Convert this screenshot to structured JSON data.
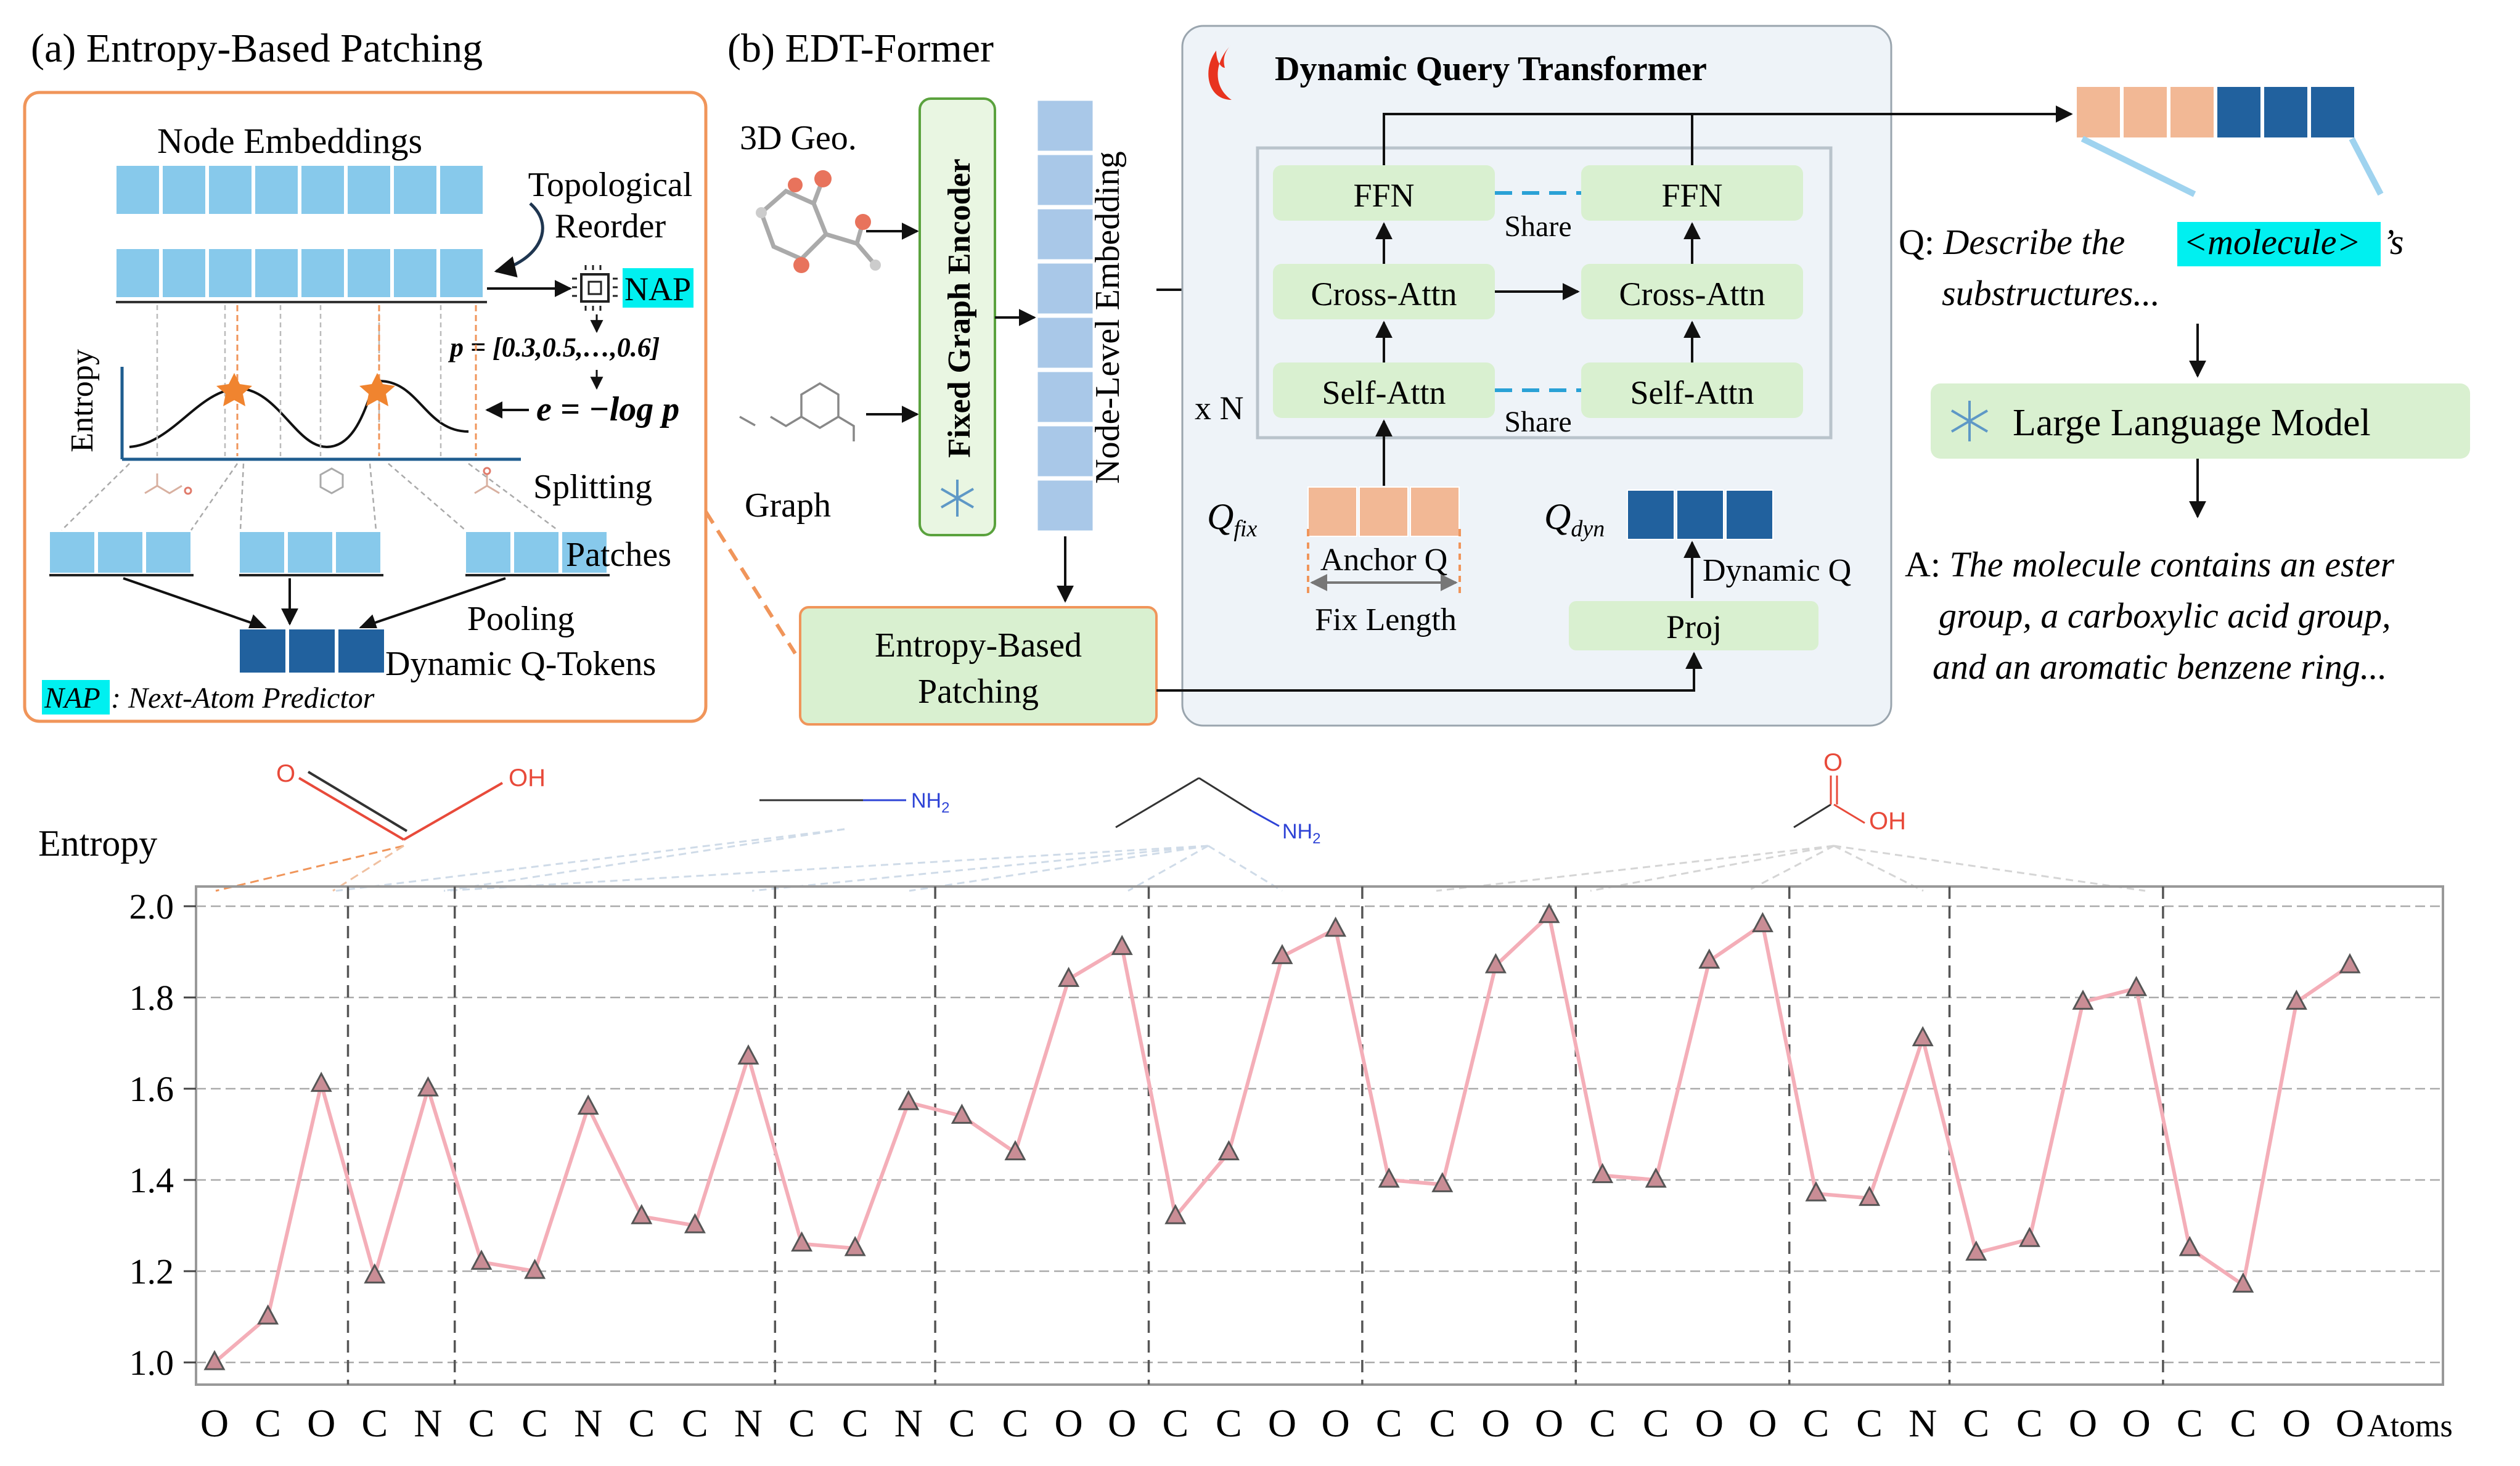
{
  "panel_a": {
    "title": "(a) Entropy-Based Patching",
    "node_embeddings": "Node Embeddings",
    "topological_reorder_1": "Topological",
    "topological_reorder_2": "Reorder",
    "nap": "NAP",
    "p_formula": "p = [0.3,0.5,…,0.6]",
    "e_formula": "e = −log p",
    "entropy_axis": "Entropy",
    "splitting": "Splitting",
    "patches": "Patches",
    "pooling": "Pooling",
    "dynamic_q_tokens": "Dynamic Q-Tokens",
    "nap_footnote_tag": "NAP",
    "nap_footnote_text": ": Next-Atom Predictor",
    "colors": {
      "embed": "#87c9eb",
      "dyn": "#21619e",
      "border": "#f0955a",
      "star": "#f0842f"
    }
  },
  "panel_b": {
    "title": "(b) EDT-Former",
    "geo_label": "3D Geo.",
    "graph_label": "Graph",
    "encoder_label": "Fixed Graph Encoder",
    "node_level": "Node-Level Embedding",
    "patching_box_1": "Entropy-Based",
    "patching_box_2": "Patching"
  },
  "dqt": {
    "title": "Dynamic Query Transformer",
    "ffn": "FFN",
    "cross_attn": "Cross-Attn",
    "self_attn": "Self-Attn",
    "share": "Share",
    "xn": "x N",
    "q_fix": "Q",
    "q_fix_sub": "fix",
    "q_dyn": "Q",
    "q_dyn_sub": "dyn",
    "anchor_q": "Anchor Q",
    "fix_length": "Fix Length",
    "dynamic_q": "Dynamic Q",
    "proj": "Proj",
    "colors": {
      "box": "#d9f0d0",
      "panel": "#eef3f8",
      "anchor": "#f2b895",
      "dyn": "#21619e"
    }
  },
  "llm": {
    "q_prefix": "Q: ",
    "q_text_1": "Describe the ",
    "q_token": "<molecule>",
    "q_text_2": "’s",
    "q_text_3": "substructures...",
    "model": "Large Language Model",
    "a_prefix": "A: ",
    "a_line1": "The molecule contains an ester",
    "a_line2": "group, a carboxylic acid group,",
    "a_line3": "and an aromatic benzene ring..."
  },
  "molecules": {
    "oh": "OH",
    "o": "O",
    "nh2": "NH",
    "nh2_sub": "2"
  },
  "chart_data": {
    "type": "line",
    "ylabel": "Entropy",
    "xlabel": "Atoms",
    "ylim": [
      0.95,
      2.02
    ],
    "yticks": [
      "1.0",
      "1.2",
      "1.4",
      "1.6",
      "1.8",
      "2.0"
    ],
    "grid": true,
    "color": "#f4aeb8",
    "categories": [
      "O",
      "C",
      "O",
      "C",
      "N",
      "C",
      "C",
      "N",
      "C",
      "C",
      "N",
      "C",
      "C",
      "N",
      "C",
      "C",
      "O",
      "O",
      "C",
      "C",
      "O",
      "O",
      "C",
      "C",
      "O",
      "O",
      "C",
      "C",
      "O",
      "O",
      "C",
      "C",
      "N",
      "C",
      "C",
      "O",
      "O",
      "C",
      "C",
      "O",
      "O"
    ],
    "values": [
      1.0,
      1.1,
      1.61,
      1.19,
      1.6,
      1.22,
      1.2,
      1.56,
      1.32,
      1.3,
      1.67,
      1.26,
      1.25,
      1.57,
      1.54,
      1.46,
      1.84,
      1.91,
      1.32,
      1.46,
      1.89,
      1.95,
      1.4,
      1.39,
      1.87,
      1.98,
      1.41,
      1.4,
      1.88,
      1.96,
      1.37,
      1.36,
      1.71,
      1.24,
      1.27,
      1.79,
      1.82,
      1.25,
      1.17,
      1.79,
      1.87
    ],
    "separators_after_index": [
      2,
      4,
      10,
      13,
      17,
      21,
      25,
      29,
      32,
      36
    ]
  }
}
